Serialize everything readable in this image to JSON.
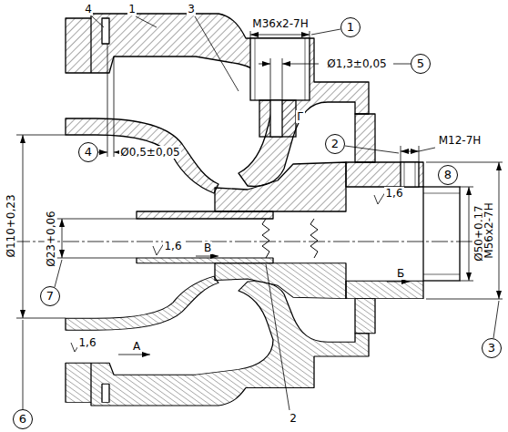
{
  "diagram": {
    "nodes": [
      {
        "text": [
          "1"
        ]
      },
      {
        "text": [
          "5"
        ]
      },
      {
        "text": [
          "2"
        ]
      },
      {
        "text": [
          "4"
        ]
      },
      {
        "text": [
          "8"
        ]
      },
      {
        "text": [
          "7"
        ]
      },
      {
        "text": [
          "3"
        ]
      },
      {
        "text": [
          "6"
        ]
      }
    ],
    "labels": [
      "4",
      "1",
      "3",
      "M36x2-7H",
      "Ø1,3±0,05",
      "Г",
      "Ø0,5±0,05",
      "M12-7H",
      "Ø110+0,23",
      "Ø23+0,06",
      "1,6",
      "A",
      "1,6",
      "В",
      "1,6",
      "Б",
      "Ø50+0,17",
      "M56x2-7H",
      "2"
    ]
  }
}
